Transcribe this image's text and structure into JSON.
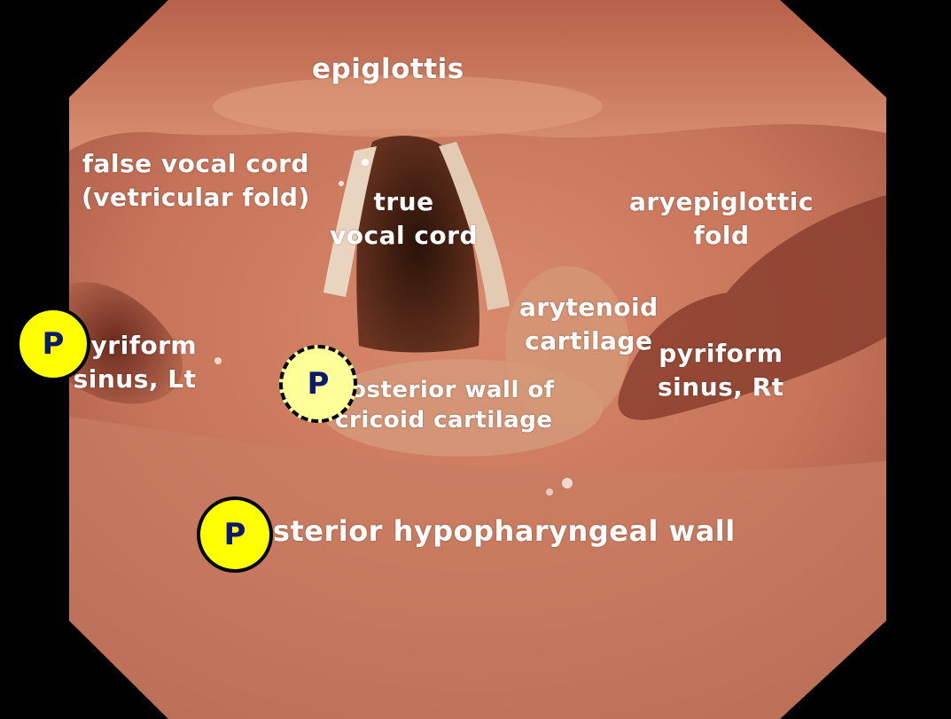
{
  "labels": {
    "epiglottis": "epiglottis",
    "false_cord_1": "false vocal cord",
    "false_cord_2": "(vetricular fold)",
    "true_cord_1": "true",
    "true_cord_2": "vocal cord",
    "aryepi_1": "aryepiglottic",
    "aryepi_2": "fold",
    "arytenoid_1": "arytenoid",
    "arytenoid_2": "cartilage",
    "pyr_lt_1": "pyriform",
    "pyr_lt_2": "sinus, Lt",
    "pyr_rt_1": "pyriform",
    "pyr_rt_2": "sinus, Rt",
    "cricoid_1": "posterior wall of",
    "cricoid_2": "cricoid cartilage",
    "hypo": "posterior hypopharyngeal wall"
  },
  "markers": {
    "left": "P",
    "center": "P",
    "bottom": "P"
  },
  "colors": {
    "marker_fill": "#ffff00",
    "marker_fill_dashed": "#ffff99",
    "marker_text": "#0c1a6e"
  }
}
